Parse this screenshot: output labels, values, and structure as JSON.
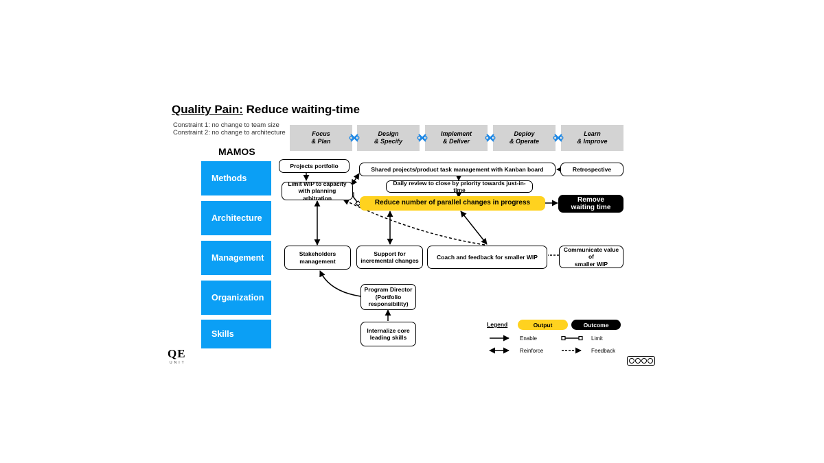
{
  "title": {
    "highlight": "Quality Pain:",
    "rest": " Reduce waiting-time"
  },
  "constraints": [
    "Constraint 1: no change to team size",
    "Constraint 2: no change to architecture"
  ],
  "phases": [
    "Focus\n& Plan",
    "Design\n& Specify",
    "Implement\n& Deliver",
    "Deploy\n& Operate",
    "Learn\n& Improve"
  ],
  "mamos": {
    "title": "MAMOS",
    "items": [
      "Methods",
      "Architecture",
      "Management",
      "Organization",
      "Skills"
    ]
  },
  "nodes": {
    "projects_portfolio": "Projects portfolio",
    "shared_board": "Shared projects/product task management with Kanban board",
    "retrospective": "Retrospective",
    "limit_wip": "Limit WIP to capacity\nwith planning arbitration",
    "daily_review": "Daily review to close by priority towards just-in-time",
    "reduce_parallel": "Reduce number of parallel changes in progress",
    "remove_waiting": "Remove\nwaiting time",
    "stakeholders": "Stakeholders\nmanagement",
    "support_incremental": "Support for\nincremental changes",
    "coach_feedback": "Coach and feedback for smaller WIP",
    "communicate_value": "Communicate value of\nsmaller WIP",
    "program_director": "Program Director\n(Portfolio\nresponsibility)",
    "internalize_skills": "Internalize core\nleading skills"
  },
  "legend": {
    "title": "Legend",
    "output": "Output",
    "outcome": "Outcome",
    "enable": "Enable",
    "limit": "Limit",
    "reinforce": "Reinforce",
    "feedback": "Feedback"
  },
  "logo": {
    "main": "QE",
    "sub": "UNIT"
  },
  "colors": {
    "mamos_blue": "#0b9ff5",
    "output_yellow": "#ffd21f",
    "phase_gray": "#d3d3d3",
    "icon_blue": "#1e88e5"
  }
}
